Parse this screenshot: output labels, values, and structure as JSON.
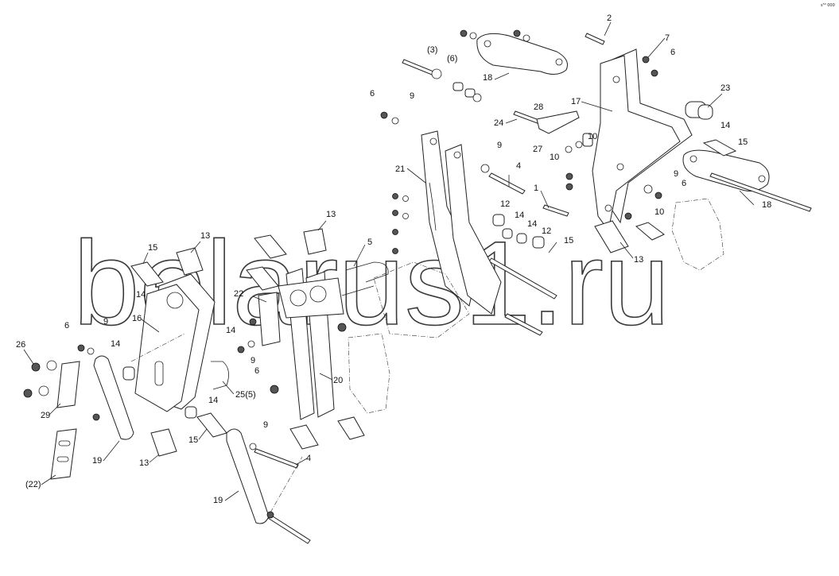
{
  "watermark": "belarus1.ru",
  "corner_mark": "s⁵⁰ 000",
  "labels": [
    {
      "text": "2"
    },
    {
      "text": "7"
    },
    {
      "text": "6"
    },
    {
      "text": "(3)"
    },
    {
      "text": "(6)"
    },
    {
      "text": "18"
    },
    {
      "text": "23"
    },
    {
      "text": "17"
    },
    {
      "text": "6"
    },
    {
      "text": "9"
    },
    {
      "text": "28"
    },
    {
      "text": "24"
    },
    {
      "text": "27"
    },
    {
      "text": "10"
    },
    {
      "text": "10"
    },
    {
      "text": "14"
    },
    {
      "text": "15"
    },
    {
      "text": "9"
    },
    {
      "text": "21"
    },
    {
      "text": "4"
    },
    {
      "text": "9"
    },
    {
      "text": "6"
    },
    {
      "text": "10"
    },
    {
      "text": "18"
    },
    {
      "text": "1"
    },
    {
      "text": "12"
    },
    {
      "text": "14"
    },
    {
      "text": "14"
    },
    {
      "text": "12"
    },
    {
      "text": "13"
    },
    {
      "text": "13"
    },
    {
      "text": "15"
    },
    {
      "text": "13"
    },
    {
      "text": "5"
    },
    {
      "text": "15"
    },
    {
      "text": "14"
    },
    {
      "text": "22"
    },
    {
      "text": "14"
    },
    {
      "text": "6"
    },
    {
      "text": "9"
    },
    {
      "text": "16"
    },
    {
      "text": "14"
    },
    {
      "text": "26"
    },
    {
      "text": "9"
    },
    {
      "text": "6"
    },
    {
      "text": "20"
    },
    {
      "text": "25(5)"
    },
    {
      "text": "14"
    },
    {
      "text": "29"
    },
    {
      "text": "15"
    },
    {
      "text": "19"
    },
    {
      "text": "13"
    },
    {
      "text": "9"
    },
    {
      "text": "4"
    },
    {
      "text": "(22)"
    },
    {
      "text": "19"
    }
  ]
}
